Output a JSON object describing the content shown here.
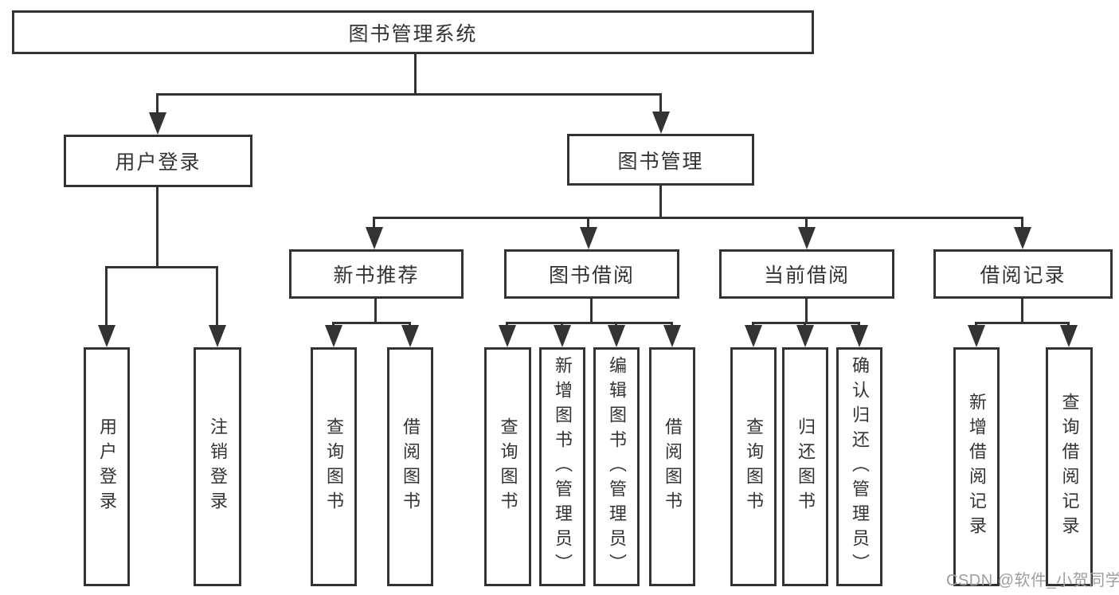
{
  "tree": {
    "root": "图书管理系统",
    "branches": [
      {
        "label": "用户登录",
        "children": [
          {
            "label": "用户登录"
          },
          {
            "label": "注销登录"
          }
        ]
      },
      {
        "label": "图书管理",
        "children": [
          {
            "label": "新书推荐",
            "children": [
              {
                "label": "查询图书"
              },
              {
                "label": "借阅图书"
              }
            ]
          },
          {
            "label": "图书借阅",
            "children": [
              {
                "label": "查询图书"
              },
              {
                "label": "新增图书（管理员）"
              },
              {
                "label": "编辑图书（管理员）"
              },
              {
                "label": "借阅图书"
              }
            ]
          },
          {
            "label": "当前借阅",
            "children": [
              {
                "label": "查询图书"
              },
              {
                "label": "归还图书"
              },
              {
                "label": "确认归还（管理员）"
              }
            ]
          },
          {
            "label": "借阅记录",
            "children": [
              {
                "label": "新增借阅记录"
              },
              {
                "label": "查询借阅记录"
              }
            ]
          }
        ]
      }
    ]
  },
  "watermark": "CSDN @软件_小贺同学",
  "colors": {
    "line": "#333333",
    "text": "#333333",
    "watermark": "#9e9e9e",
    "background": "#ffffff"
  }
}
